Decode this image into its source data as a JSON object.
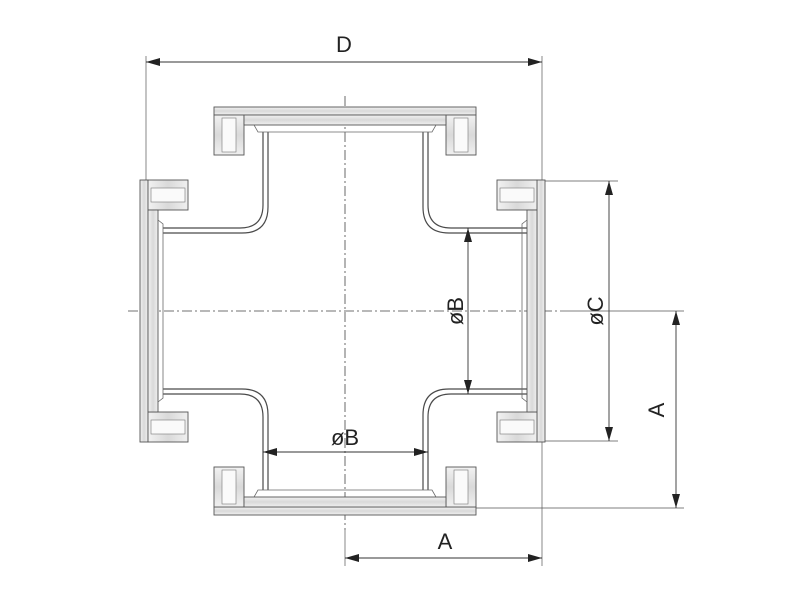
{
  "labels": {
    "d": "D",
    "b_top": "øB",
    "b_bottom": "øB",
    "c": "øC",
    "a_right": "A",
    "a_bottom": "A"
  }
}
